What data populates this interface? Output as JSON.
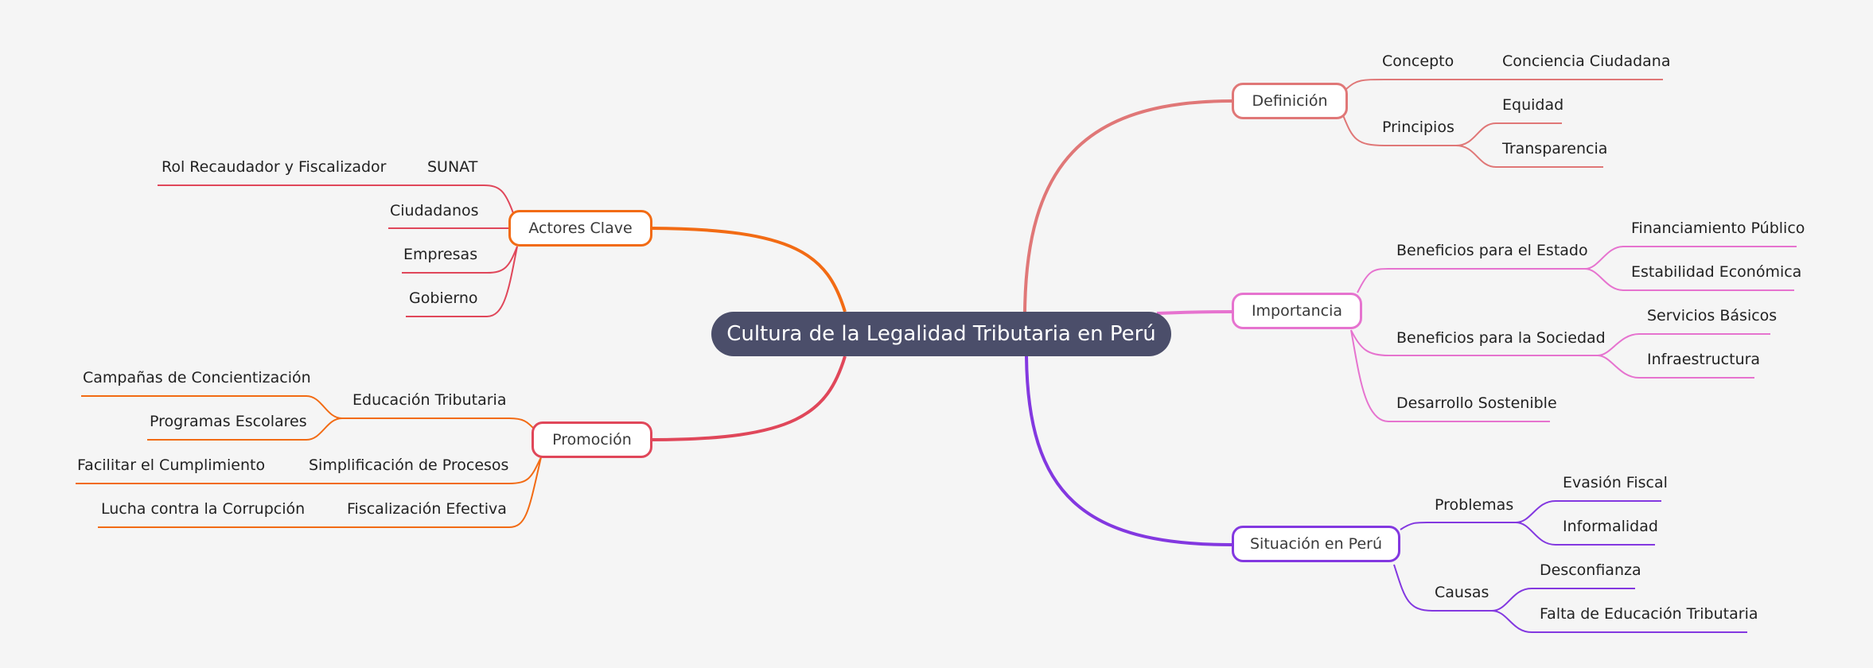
{
  "root": {
    "label": "Cultura de la Legalidad Tributaria en Perú",
    "color": "#4b4e6a"
  },
  "branches": {
    "definicion": {
      "label": "Definición",
      "color": "#e07777",
      "children": [
        {
          "label": "Concepto",
          "children": [
            {
              "label": "Conciencia Ciudadana"
            }
          ]
        },
        {
          "label": "Principios",
          "children": [
            {
              "label": "Equidad"
            },
            {
              "label": "Transparencia"
            }
          ]
        }
      ]
    },
    "importancia": {
      "label": "Importancia",
      "color": "#e673cf",
      "children": [
        {
          "label": "Beneficios para el Estado",
          "children": [
            {
              "label": "Financiamiento Público"
            },
            {
              "label": "Estabilidad Económica"
            }
          ]
        },
        {
          "label": "Beneficios para la Sociedad",
          "children": [
            {
              "label": "Servicios Básicos"
            },
            {
              "label": "Infraestructura"
            }
          ]
        },
        {
          "label": "Desarrollo Sostenible"
        }
      ]
    },
    "situacion": {
      "label": "Situación en Perú",
      "color": "#8338e0",
      "children": [
        {
          "label": "Problemas",
          "children": [
            {
              "label": "Evasión Fiscal"
            },
            {
              "label": "Informalidad"
            }
          ]
        },
        {
          "label": "Causas",
          "children": [
            {
              "label": "Desconfianza"
            },
            {
              "label": "Falta de Educación Tributaria"
            }
          ]
        }
      ]
    },
    "actores": {
      "label": "Actores Clave",
      "color": "#f26b14",
      "child_color": "#e0475a",
      "children": [
        {
          "label": "SUNAT",
          "children": [
            {
              "label": "Rol Recaudador y Fiscalizador"
            }
          ]
        },
        {
          "label": "Ciudadanos"
        },
        {
          "label": "Empresas"
        },
        {
          "label": "Gobierno"
        }
      ]
    },
    "promocion": {
      "label": "Promoción",
      "color": "#e0475a",
      "child_color": "#f26b14",
      "children": [
        {
          "label": "Educación Tributaria",
          "children": [
            {
              "label": "Campañas de Concientización"
            },
            {
              "label": "Programas Escolares"
            }
          ]
        },
        {
          "label": "Simplificación de Procesos",
          "children": [
            {
              "label": "Facilitar el Cumplimiento"
            }
          ]
        },
        {
          "label": "Fiscalización Efectiva",
          "children": [
            {
              "label": "Lucha contra la Corrupción"
            }
          ]
        }
      ]
    }
  }
}
